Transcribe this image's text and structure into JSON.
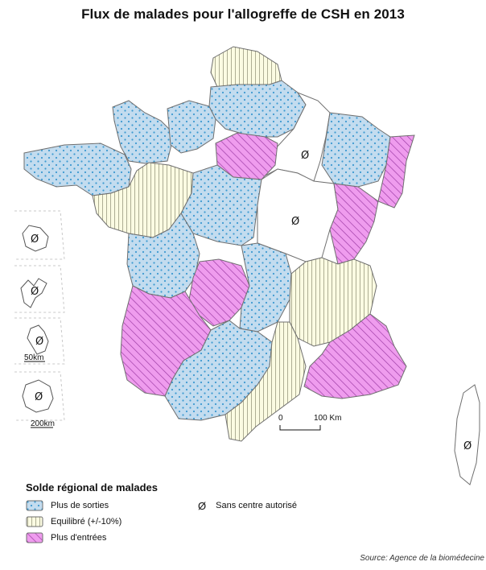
{
  "map": {
    "title": "Flux de malades pour l'allogreffe de CSH en 2013",
    "symbol": "Ø",
    "scale_main_zero": "0",
    "scale_main_distance": "100 Km",
    "scale_inset_small": "50km",
    "scale_inset_large": "200km",
    "source": "Source: Agence de la biomédecine",
    "legend": {
      "title": "Solde régional de malades",
      "items": [
        {
          "label": "Plus de sorties",
          "category": "sorties"
        },
        {
          "label": "Equilibré (+/-10%)",
          "category": "equilibre"
        },
        {
          "label": "Plus d'entrées",
          "category": "entrees"
        },
        {
          "label": "Sans centre autorisé",
          "category": "sans"
        }
      ]
    },
    "colors": {
      "sorties": "#c3dcef",
      "sorties_dots": "#3d9ad1",
      "equilibre": "#fbfbe2",
      "equilibre_lines": "#9a9a80",
      "entrees": "#ef9cee",
      "entrees_lines": "#9e3ea6",
      "sans": "#ffffff"
    },
    "regions": [
      {
        "name": "Bretagne",
        "category": "sorties"
      },
      {
        "name": "Basse-Normandie",
        "category": "sorties"
      },
      {
        "name": "Haute-Normandie",
        "category": "sorties"
      },
      {
        "name": "Nord-Pas-de-Calais",
        "category": "equilibre"
      },
      {
        "name": "Picardie",
        "category": "sorties"
      },
      {
        "name": "Champagne-Ardenne",
        "category": "sans"
      },
      {
        "name": "Lorraine",
        "category": "sorties"
      },
      {
        "name": "Alsace",
        "category": "entrees"
      },
      {
        "name": "Île-de-France",
        "category": "entrees"
      },
      {
        "name": "Pays de la Loire",
        "category": "equilibre"
      },
      {
        "name": "Centre",
        "category": "sorties"
      },
      {
        "name": "Bourgogne",
        "category": "sans"
      },
      {
        "name": "Franche-Comté",
        "category": "entrees"
      },
      {
        "name": "Poitou-Charentes",
        "category": "sorties"
      },
      {
        "name": "Limousin",
        "category": "entrees"
      },
      {
        "name": "Auvergne",
        "category": "sorties"
      },
      {
        "name": "Rhône-Alpes",
        "category": "equilibre"
      },
      {
        "name": "Aquitaine",
        "category": "entrees"
      },
      {
        "name": "Midi-Pyrénées",
        "category": "sorties"
      },
      {
        "name": "Languedoc-Roussillon",
        "category": "equilibre"
      },
      {
        "name": "Provence-Alpes-Côte d'Azur",
        "category": "entrees"
      },
      {
        "name": "Corse",
        "category": "sans"
      }
    ]
  }
}
